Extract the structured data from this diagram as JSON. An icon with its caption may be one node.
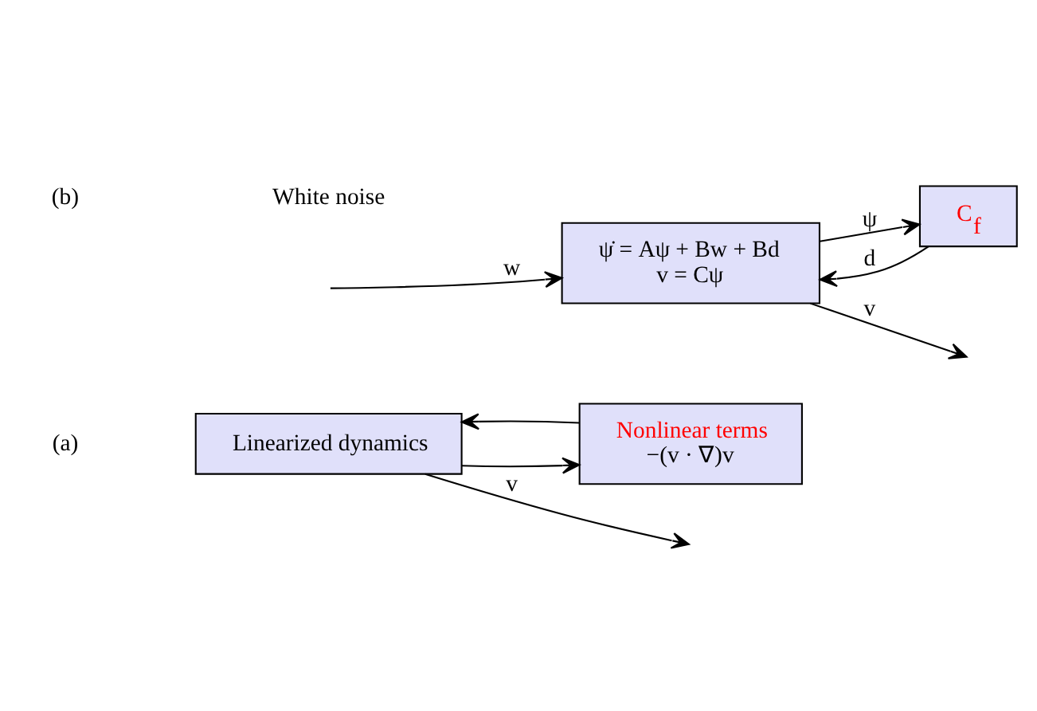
{
  "diagram": {
    "nodes": [
      {
        "text": [
          "Linearized dynamics"
        ]
      },
      {
        "text": [
          "Nonlinear terms",
          "−(v · ∇)v"
        ]
      },
      {
        "text": [
          "ψ̇ = Aψ + Bw + Bd",
          "v = Cψ"
        ]
      },
      {
        "text": [
          "C$_{f}$"
        ]
      }
    ],
    "edges": [
      {
        "from": 0,
        "to": null,
        "label": "v",
        "arrow": "to"
      },
      {
        "from": 0,
        "to": 1,
        "arrow": "to"
      },
      {
        "from": 1,
        "to": 0,
        "arrow": "to"
      },
      {
        "from": null,
        "to": 2,
        "label": "w",
        "arrow": "to"
      },
      {
        "from": 2,
        "to": null,
        "label": "v",
        "arrow": "to"
      },
      {
        "from": 2,
        "to": 3,
        "label": "ψ",
        "arrow": "to"
      },
      {
        "from": 3,
        "to": 2,
        "label": "d",
        "arrow": "to"
      }
    ],
    "labels": [
      "(a)",
      "White noise",
      "(b)"
    ]
  }
}
